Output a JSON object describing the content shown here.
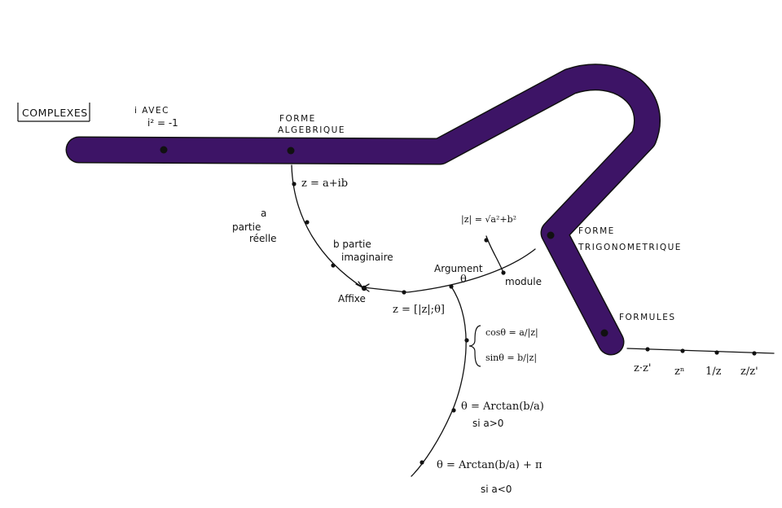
{
  "title": "COMPLEXES",
  "colors": {
    "trunk": "#3d1466",
    "outline": "#111111",
    "background": "#ffffff"
  },
  "nodes": {
    "i_avec_line1": "i AVEC",
    "i_avec_line2": "i² = -1",
    "forme_algebrique_line1": "FORME",
    "forme_algebrique_line2": "ALGEBRIQUE",
    "z_algebraic": "z = a+ib",
    "a_label": "a",
    "partie_reelle_line1": "partie",
    "partie_reelle_line2": "réelle",
    "b_partie_line1": "b partie",
    "b_partie_line2": "imaginaire",
    "affixe": "Affixe",
    "z_trig": "z = [|z|;θ]",
    "argument_line1": "Argument",
    "argument_line2": "θ",
    "module": "module",
    "modulus_formula": "|z| = √a²+b²",
    "forme_trig_line1": "FORME",
    "forme_trig_line2": "TRIGONOMETRIQUE",
    "formules": "FORMULES",
    "cos_theta": "cosθ = a/|z|",
    "sin_theta": "sinθ = b/|z|",
    "theta_1": "θ = Arctan(b/a)",
    "theta_1_cond": "si a>0",
    "theta_2": "θ = Arctan(b/a) + π",
    "theta_2_cond": "si a<0"
  },
  "formulas": [
    "z·z'",
    "zⁿ",
    "1/z",
    "z/z'"
  ]
}
